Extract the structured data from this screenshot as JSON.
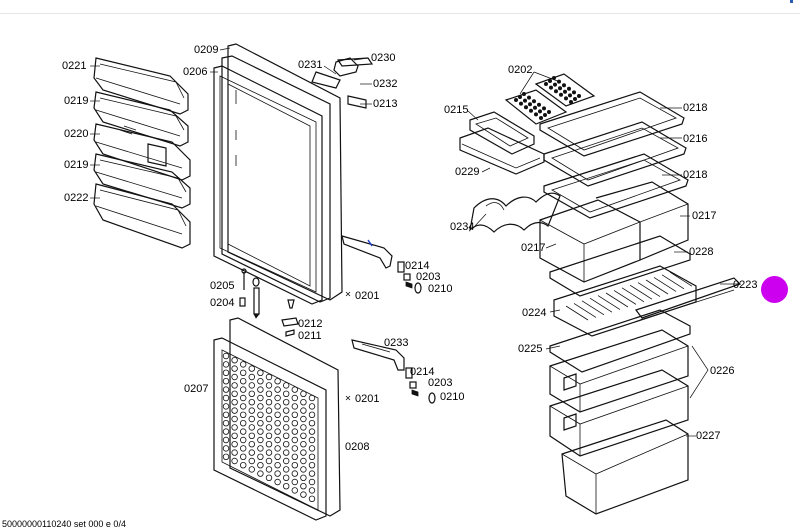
{
  "accent_color": "#cc00ee",
  "labels": [
    {
      "id": "0221",
      "text": "0221"
    },
    {
      "id": "0219a",
      "text": "0219"
    },
    {
      "id": "0220",
      "text": "0220"
    },
    {
      "id": "0219b",
      "text": "0219"
    },
    {
      "id": "0222",
      "text": "0222"
    },
    {
      "id": "0209",
      "text": "0209"
    },
    {
      "id": "0206",
      "text": "0206"
    },
    {
      "id": "0231",
      "text": "0231"
    },
    {
      "id": "0230",
      "text": "0230"
    },
    {
      "id": "0232",
      "text": "0232"
    },
    {
      "id": "0213",
      "text": "0213"
    },
    {
      "id": "0214a",
      "text": "0214"
    },
    {
      "id": "0203a",
      "text": "0203"
    },
    {
      "id": "0210a",
      "text": "0210"
    },
    {
      "id": "0201a",
      "text": "0201"
    },
    {
      "id": "0205",
      "text": "0205"
    },
    {
      "id": "0204",
      "text": "0204"
    },
    {
      "id": "0212",
      "text": "0212"
    },
    {
      "id": "0211",
      "text": "0211"
    },
    {
      "id": "0233",
      "text": "0233"
    },
    {
      "id": "0214b",
      "text": "0214"
    },
    {
      "id": "0203b",
      "text": "0203"
    },
    {
      "id": "0210b",
      "text": "0210"
    },
    {
      "id": "0201b",
      "text": "0201"
    },
    {
      "id": "0207",
      "text": "0207"
    },
    {
      "id": "0208",
      "text": "0208"
    },
    {
      "id": "0202",
      "text": "0202"
    },
    {
      "id": "0215",
      "text": "0215"
    },
    {
      "id": "0218a",
      "text": "0218"
    },
    {
      "id": "0216",
      "text": "0216"
    },
    {
      "id": "0229",
      "text": "0229"
    },
    {
      "id": "0218b",
      "text": "0218"
    },
    {
      "id": "0234",
      "text": "0234"
    },
    {
      "id": "0217a",
      "text": "0217"
    },
    {
      "id": "0217b",
      "text": "0217"
    },
    {
      "id": "0228",
      "text": "0228"
    },
    {
      "id": "0223",
      "text": "0223"
    },
    {
      "id": "0224",
      "text": "0224"
    },
    {
      "id": "0225",
      "text": "0225"
    },
    {
      "id": "0226",
      "text": "0226"
    },
    {
      "id": "0227",
      "text": "0227"
    }
  ],
  "footer_text": "50000000110240 set 000 e 0/4"
}
